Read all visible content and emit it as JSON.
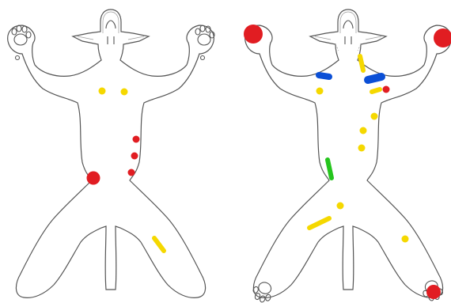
{
  "diagram": {
    "views": [
      {
        "id": "left-body-map",
        "description_shown": false
      },
      {
        "id": "right-body-map",
        "description_shown": false
      }
    ],
    "marker_colors": {
      "red": "#e11d22",
      "yellow": "#f5d800",
      "blue": "#0b4fd6",
      "green": "#25c51d"
    },
    "markers": {
      "left": [
        {
          "kind": "dot",
          "color": "yellow"
        },
        {
          "kind": "dot",
          "color": "yellow"
        },
        {
          "kind": "dot",
          "color": "red"
        },
        {
          "kind": "dot",
          "color": "red"
        },
        {
          "kind": "dot",
          "color": "red"
        },
        {
          "kind": "blob",
          "color": "red"
        },
        {
          "kind": "streak",
          "color": "yellow"
        }
      ],
      "right": [
        {
          "kind": "blob",
          "color": "red"
        },
        {
          "kind": "blob",
          "color": "red"
        },
        {
          "kind": "streak",
          "color": "blue"
        },
        {
          "kind": "streak",
          "color": "blue"
        },
        {
          "kind": "streak",
          "color": "yellow"
        },
        {
          "kind": "streak",
          "color": "yellow"
        },
        {
          "kind": "dot",
          "color": "red"
        },
        {
          "kind": "dot",
          "color": "yellow"
        },
        {
          "kind": "dot",
          "color": "yellow"
        },
        {
          "kind": "dot",
          "color": "yellow"
        },
        {
          "kind": "dot",
          "color": "yellow"
        },
        {
          "kind": "streak",
          "color": "green"
        },
        {
          "kind": "dot",
          "color": "yellow"
        },
        {
          "kind": "streak",
          "color": "yellow"
        },
        {
          "kind": "dot",
          "color": "yellow"
        },
        {
          "kind": "blob",
          "color": "red"
        }
      ]
    }
  }
}
